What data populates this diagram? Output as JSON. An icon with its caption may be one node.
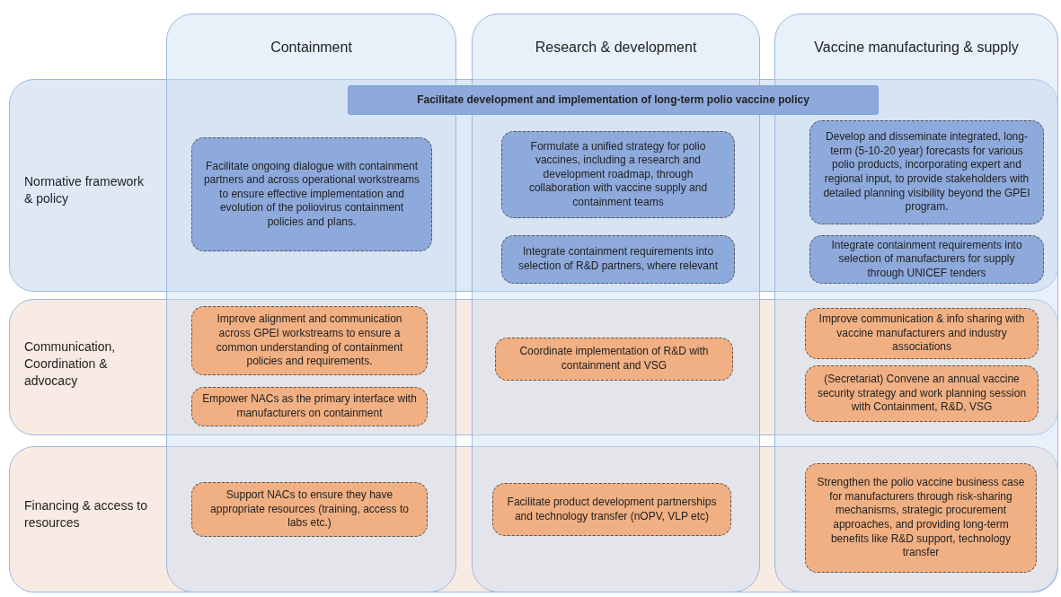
{
  "diagram": {
    "nodes": [
      {
        "text": [
          "Containment"
        ]
      },
      {
        "text": [
          "Research & development"
        ]
      },
      {
        "text": [
          "Vaccine manufacturing & supply"
        ]
      },
      {
        "text": [
          "Normative framework & policy"
        ]
      },
      {
        "text": [
          "Facilitate development and implementation of long-term polio vaccine policy"
        ],
        "in": 3
      },
      {
        "text": [
          "Facilitate ongoing dialogue with containment partners and across operational workstreams to ensure effective implementation and evolution of the poliovirus containment policies and plans."
        ]
      },
      {
        "text": [
          "Formulate a unified strategy for polio vaccines, including a research and development roadmap, through collaboration with vaccine supply and containment teams"
        ]
      },
      {
        "text": [
          "Develop and disseminate integrated, long-term (5-10-20 year) forecasts for various polio products, incorporating expert and regional input, to provide stakeholders with detailed planning visibility beyond the GPEI program."
        ]
      },
      {
        "text": [
          "Integrate containment requirements into selection of R&D partners, where relevant"
        ]
      },
      {
        "text": [
          "Integrate containment requirements into selection  of manufacturers for supply through UNICEF tenders"
        ]
      },
      {
        "text": [
          "Communication, Coordination & advocacy"
        ]
      },
      {
        "text": [
          "Improve alignment and communication across GPEI workstreams to ensure a common understanding of containment policies and requirements."
        ]
      },
      {
        "text": [
          "Coordinate implementation of R&D with containment and VSG"
        ]
      },
      {
        "text": [
          "Improve communication & info sharing with vaccine manufacturers and industry associations"
        ]
      },
      {
        "text": [
          "Empower NACs as the primary interface with manufacturers on containment"
        ]
      },
      {
        "text": [
          "(Secretariat) Convene an annual vaccine security strategy and work planning session with Containment, R&D, VSG"
        ]
      },
      {
        "text": [
          "Financing & access to resources"
        ]
      },
      {
        "text": [
          "Support NACs to ensure they have appropriate resources (training, access to labs etc.)"
        ]
      },
      {
        "text": [
          "Facilitate product development partnerships and technology transfer (nOPV, VLP etc)"
        ]
      },
      {
        "text": [
          "Strengthen the polio vaccine business case for manufacturers through risk-sharing mechanisms, strategic procurement approaches, and providing long-term benefits like R&D support, technology transfer"
        ]
      }
    ]
  }
}
